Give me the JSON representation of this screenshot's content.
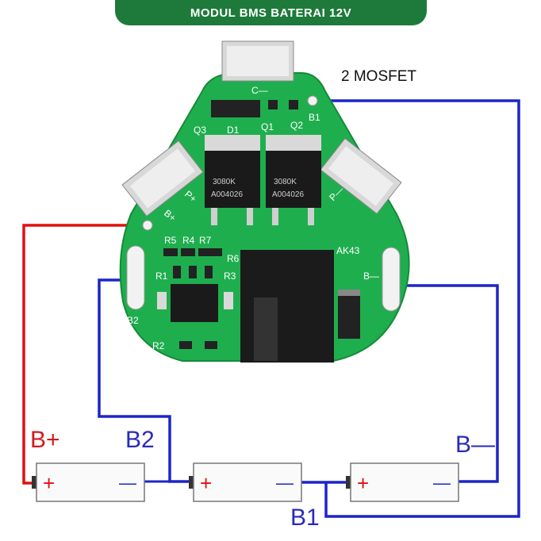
{
  "header": {
    "title": "MODUL BMS BATERAI 12V"
  },
  "annotation": {
    "mosfet": "2 MOSFET"
  },
  "pcb": {
    "labels": {
      "c_minus": "C—",
      "b1": "B1",
      "q3": "Q3",
      "d1": "D1",
      "q1": "Q1",
      "q2": "Q2",
      "p_plus": "P+",
      "p_minus": "P—",
      "b_plus": "B+",
      "r5": "R5",
      "r4": "R4",
      "r7": "R7",
      "r6": "R6",
      "r1": "R1",
      "r3": "R3",
      "r2": "R2",
      "b2": "B2",
      "ak43": "AK43",
      "b_minus": "B—"
    },
    "mosfet_left": {
      "line1": "3080K",
      "line2": "A004026"
    },
    "mosfet_right": {
      "line1": "3080K",
      "line2": "A004026"
    }
  },
  "wiring": {
    "b_plus": "B+",
    "b2": "B2",
    "b1": "B1",
    "b_minus": "B—"
  },
  "cells": [
    {
      "plus": "+",
      "minus": "—"
    },
    {
      "plus": "+",
      "minus": "—"
    },
    {
      "plus": "+",
      "minus": "—"
    }
  ],
  "colors": {
    "banner": "#1e7a3a",
    "pcb": "#1fae4e",
    "red_wire": "#e01010",
    "blue_wire": "#1c25c8",
    "blue_text": "#2a2ab8",
    "red_text": "#d61a1a"
  }
}
